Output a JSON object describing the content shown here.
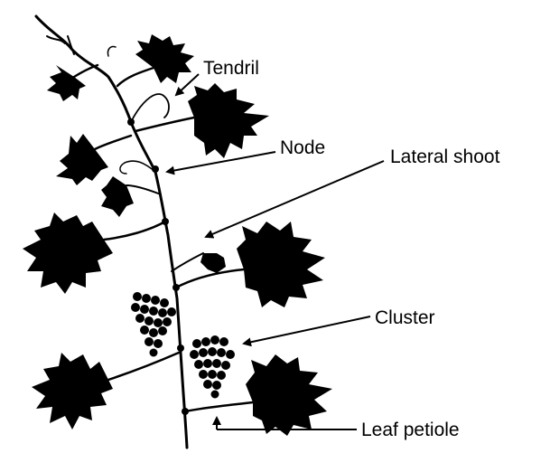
{
  "diagram": {
    "labels": {
      "tendril": "Tendril",
      "node": "Node",
      "lateral_shoot": "Lateral shoot",
      "cluster": "Cluster",
      "leaf_petiole": "Leaf petiole"
    },
    "colors": {
      "ink": "#000000",
      "background": "#ffffff"
    }
  }
}
